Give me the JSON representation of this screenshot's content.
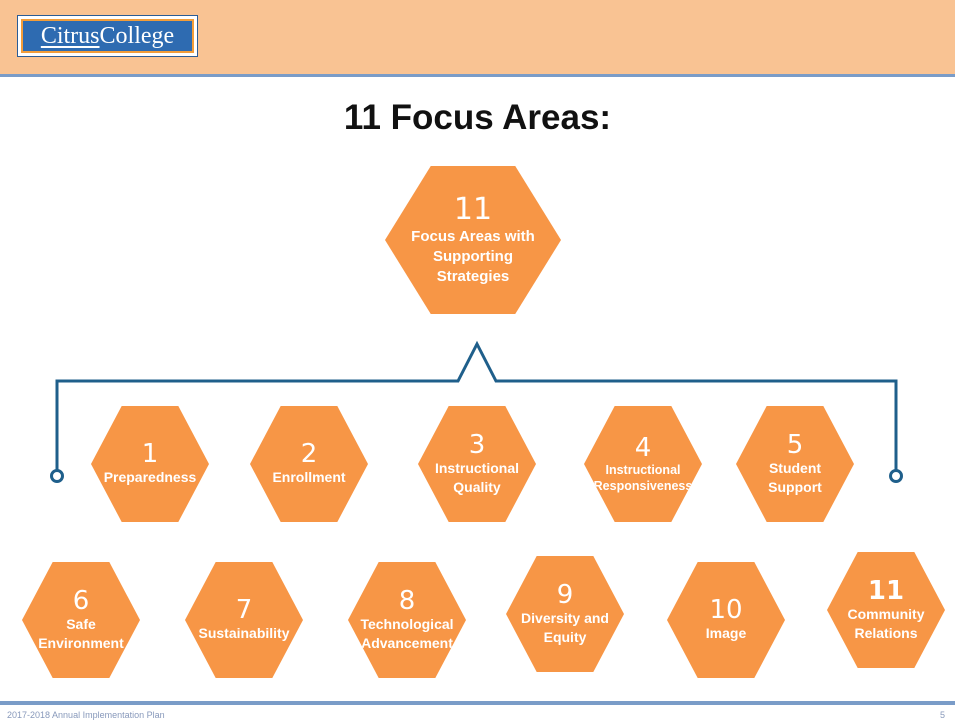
{
  "header": {
    "logo_part1": "Citrus",
    "logo_part2": "College"
  },
  "title": "11 Focus Areas:",
  "top_node": {
    "number": "11",
    "label_lines": [
      "Focus Areas with",
      "Supporting",
      "Strategies"
    ]
  },
  "focus_areas": [
    {
      "number": "1",
      "label_lines": [
        "Preparedness"
      ]
    },
    {
      "number": "2",
      "label_lines": [
        "Enrollment"
      ]
    },
    {
      "number": "3",
      "label_lines": [
        "Instructional",
        "Quality"
      ]
    },
    {
      "number": "4",
      "label_lines": [
        "Instructional",
        "Responsiveness"
      ]
    },
    {
      "number": "5",
      "label_lines": [
        "Student",
        "Support"
      ]
    },
    {
      "number": "6",
      "label_lines": [
        "Safe",
        "Environment"
      ]
    },
    {
      "number": "7",
      "label_lines": [
        "Sustainability"
      ]
    },
    {
      "number": "8",
      "label_lines": [
        "Technological",
        "Advancement"
      ]
    },
    {
      "number": "9",
      "label_lines": [
        "Diversity and",
        "Equity"
      ]
    },
    {
      "number": "10",
      "label_lines": [
        "Image"
      ]
    },
    {
      "number": "11",
      "label_lines": [
        "Community",
        "Relations"
      ]
    }
  ],
  "footer": {
    "text": "2017-2018 Annual Implementation Plan",
    "page": "5"
  },
  "colors": {
    "hexagon": "#f79646",
    "header_band": "#f9c393",
    "accent_blue": "#1f5f8b"
  }
}
